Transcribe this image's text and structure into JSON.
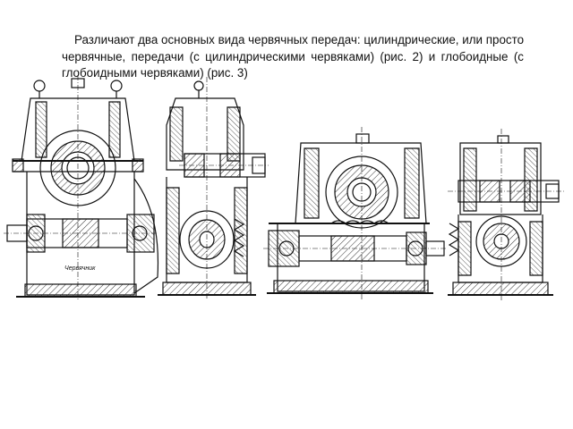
{
  "text": {
    "paragraph": "Различают два основных вида червячных передач: цилиндрические, или просто червячные, передачи (с цилиндрическими червяками) (рис. 2) и глобоидные (с глобоидными червяками) (рис. 3)"
  },
  "drawings": [
    {
      "name": "cylindrical-worm-gearbox-front-section",
      "stamp_text": "Червячник"
    },
    {
      "name": "cylindrical-worm-gearbox-side-section"
    },
    {
      "name": "globoid-worm-gearbox-front-section"
    },
    {
      "name": "globoid-worm-gearbox-side-section"
    }
  ],
  "colors": {
    "ink": "#111111",
    "hatch": "#333333",
    "background": "#ffffff"
  }
}
